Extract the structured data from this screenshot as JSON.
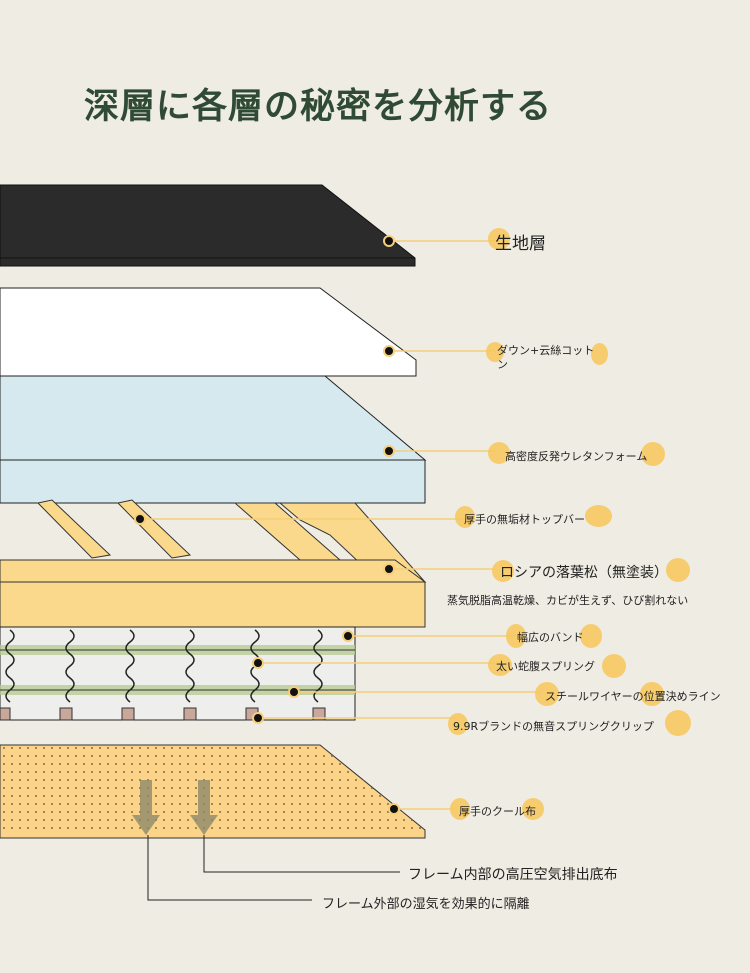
{
  "title": "深層に各層の秘密を分析する",
  "layers": {
    "fabric": "生地層",
    "down": "ダウン+云絲コットン",
    "foam": "高密度反発ウレタンフォーム",
    "topbar": "厚手の無垢材トップバー",
    "larch": "ロシアの落葉松（無塗装）",
    "larch_note": "蒸気脱脂高温乾燥、カビが生えず、ひび割れない",
    "band": "幅広のバンド",
    "spring": "太い蛇腹スプリング",
    "wire": "スチールワイヤーの位置決めライン",
    "clip": "9.9Rブランドの無音スプリングクリップ",
    "cool": "厚手のクール布",
    "inner_air": "フレーム内部の高圧空気排出底布",
    "outer_moisture": "フレーム外部の湿気を効果的に隔離"
  },
  "colors": {
    "title": "#2f4a35",
    "accent": "#f7c75a",
    "wood": "#fbd98c",
    "foam": "#d5e9ee",
    "fabric": "#2b2b2b"
  }
}
